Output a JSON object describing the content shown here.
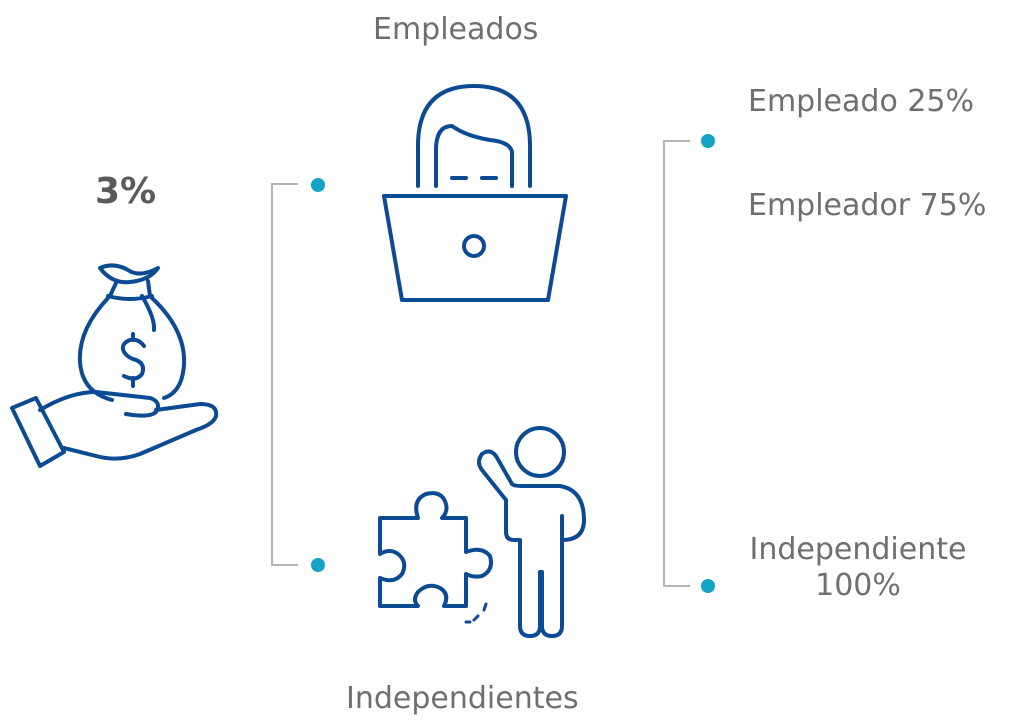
{
  "total_rate": "3%",
  "groups": {
    "employees": {
      "label": "Empleados",
      "shares": [
        "Empleado 25%",
        "Empleador 75%"
      ]
    },
    "independents": {
      "label": "Independientes",
      "share": "Independiente 100%"
    }
  },
  "icons": {
    "money": "money-bag-hand-icon",
    "employee": "person-laptop-icon",
    "independent": "person-puzzle-icon"
  },
  "colors": {
    "icon_stroke": "#0a4b94",
    "dot": "#13a3c7",
    "line": "#b5b5b5",
    "text": "#6f6f6f"
  }
}
